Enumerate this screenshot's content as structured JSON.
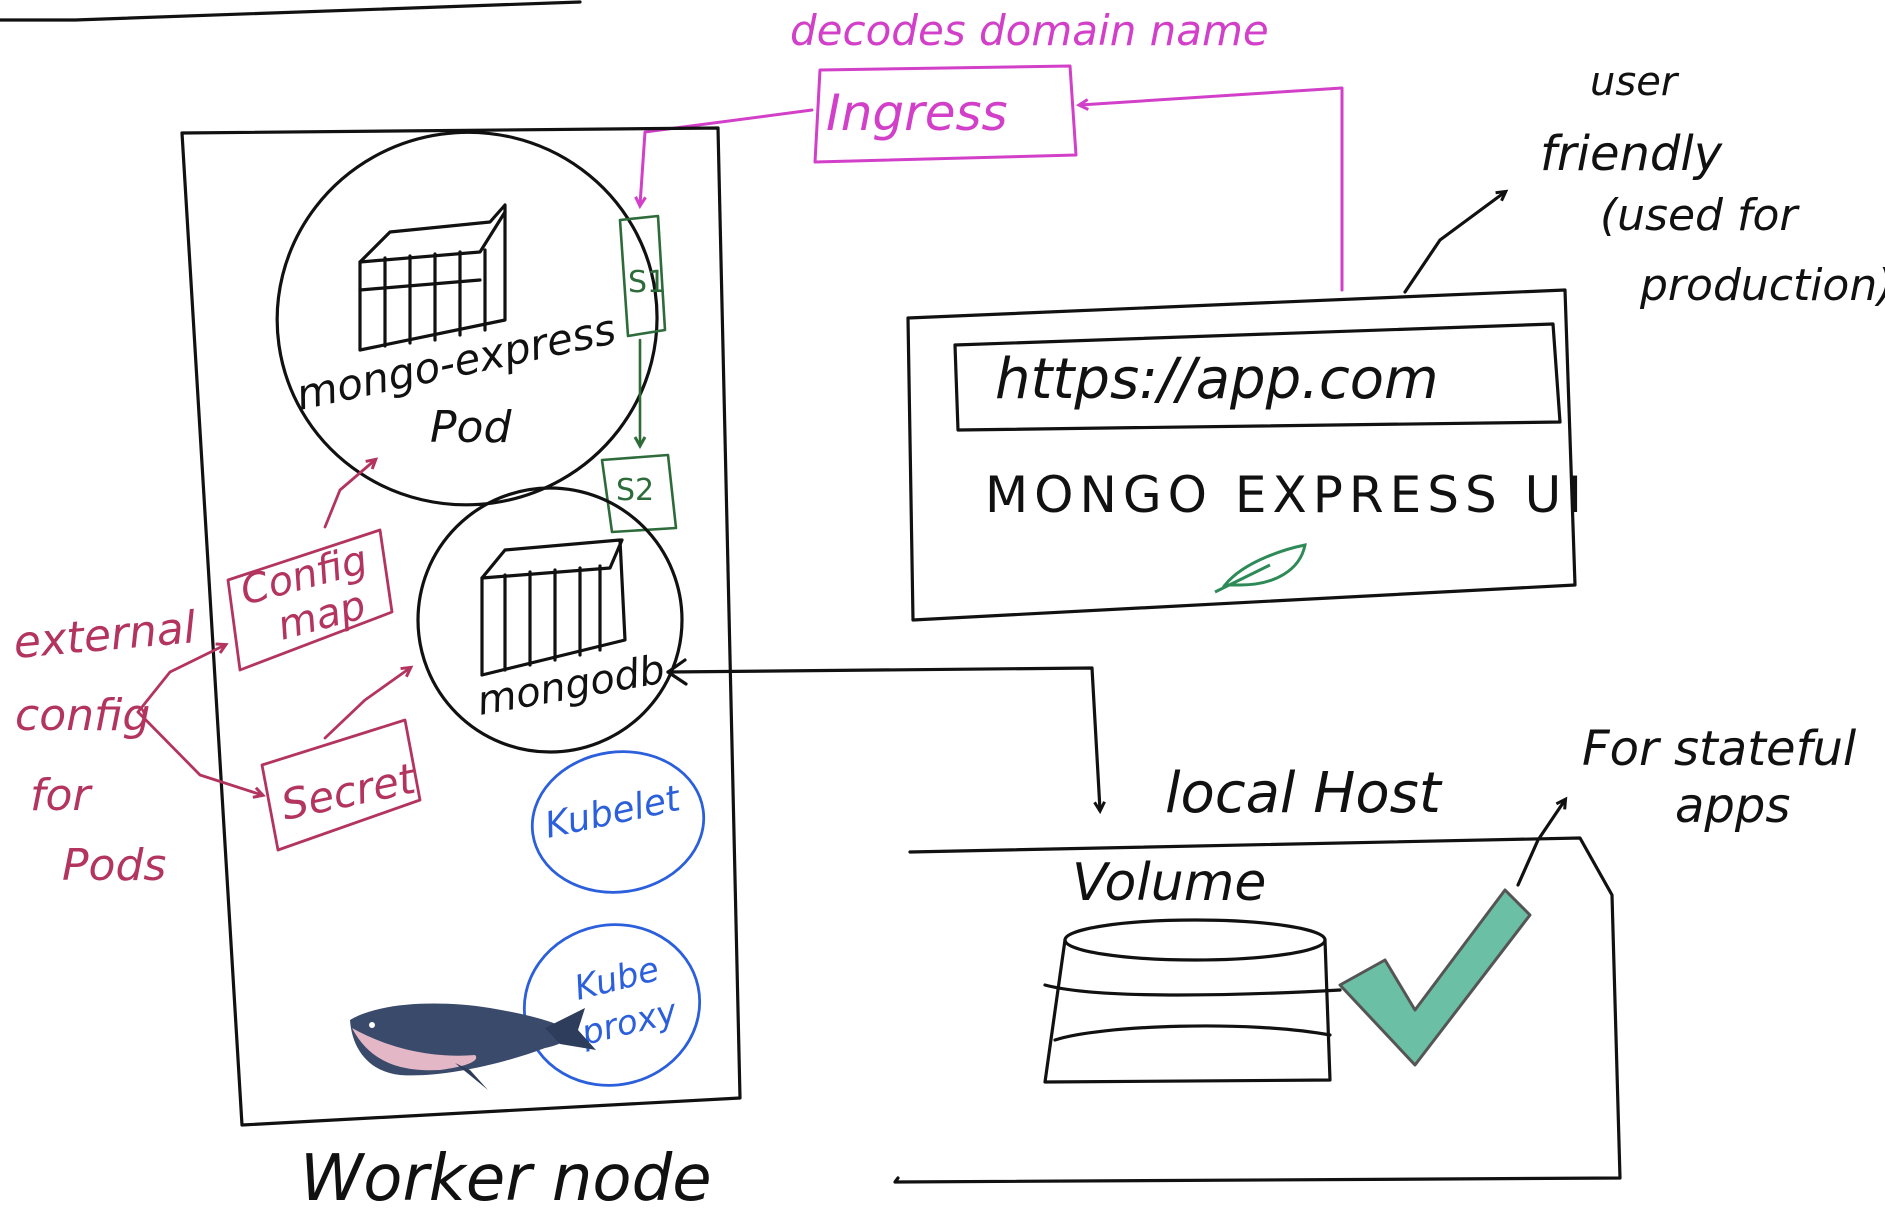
{
  "colors": {
    "ink": "#111111",
    "ingress": "#d23fc8",
    "config": "#b2345f",
    "service": "#2e6b3a",
    "component": "#2c5fdc",
    "check": "#6bbfa4",
    "leaf": "#2e8b57"
  },
  "ingress": {
    "annotation": "decodes domain name",
    "label": "Ingress"
  },
  "worker_node": {
    "label": "Worker node",
    "pods": {
      "mongo_express": {
        "line1": "mongo-express",
        "line2": "Pod"
      },
      "mongodb": {
        "label": "mongodb"
      }
    },
    "services": {
      "s1": "S1",
      "s2": "S2"
    },
    "config_map": {
      "line1": "Config",
      "line2": "map"
    },
    "secret": {
      "label": "Secret"
    },
    "kubelet": {
      "label": "Kubelet"
    },
    "kube_proxy": {
      "line1": "Kube",
      "line2": "proxy"
    },
    "whale_icon": "whale-icon"
  },
  "external_config": {
    "line1": "external",
    "line2": "config",
    "line3": "for",
    "line4": "Pods"
  },
  "browser": {
    "url": "https://app.com",
    "ui_label": "MONGO EXPRESS UI",
    "leaf_icon": "leaf-icon"
  },
  "user_friendly_note": {
    "line1": "user",
    "line2": "friendly",
    "line3": "(used for",
    "line4": "production)"
  },
  "storage": {
    "local_host_label": "local Host",
    "volume_label": "Volume",
    "check_icon": "checkmark-icon"
  },
  "stateful_note": {
    "line1": "For stateful",
    "line2": "apps"
  }
}
